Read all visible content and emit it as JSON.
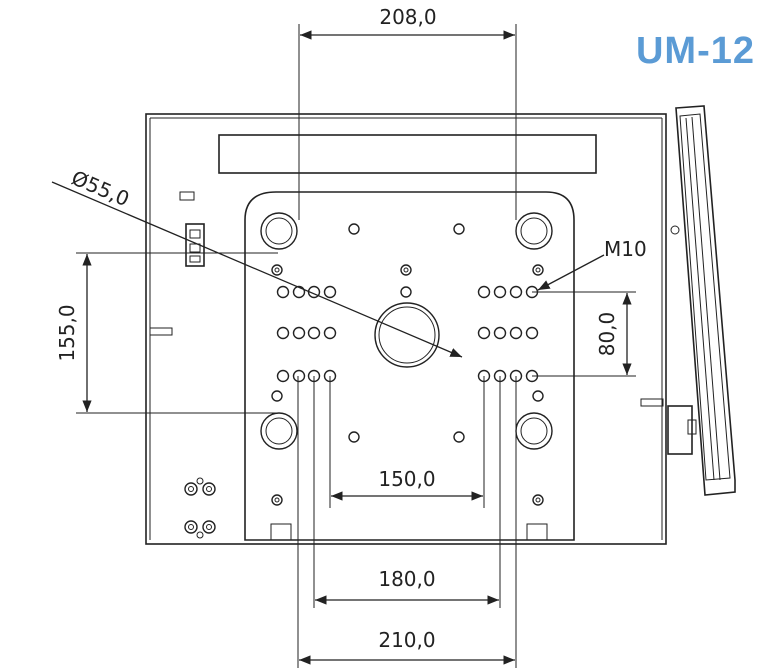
{
  "model": {
    "label": "UM-12",
    "color": "#5b9bd5"
  },
  "dimensions": {
    "top_width": "208,0",
    "center_hole_diameter": "Ø55,0",
    "thread_size": "M10",
    "left_height": "155,0",
    "right_height": "80,0",
    "pattern_150": "150,0",
    "pattern_180": "180,0",
    "pattern_210": "210,0"
  }
}
